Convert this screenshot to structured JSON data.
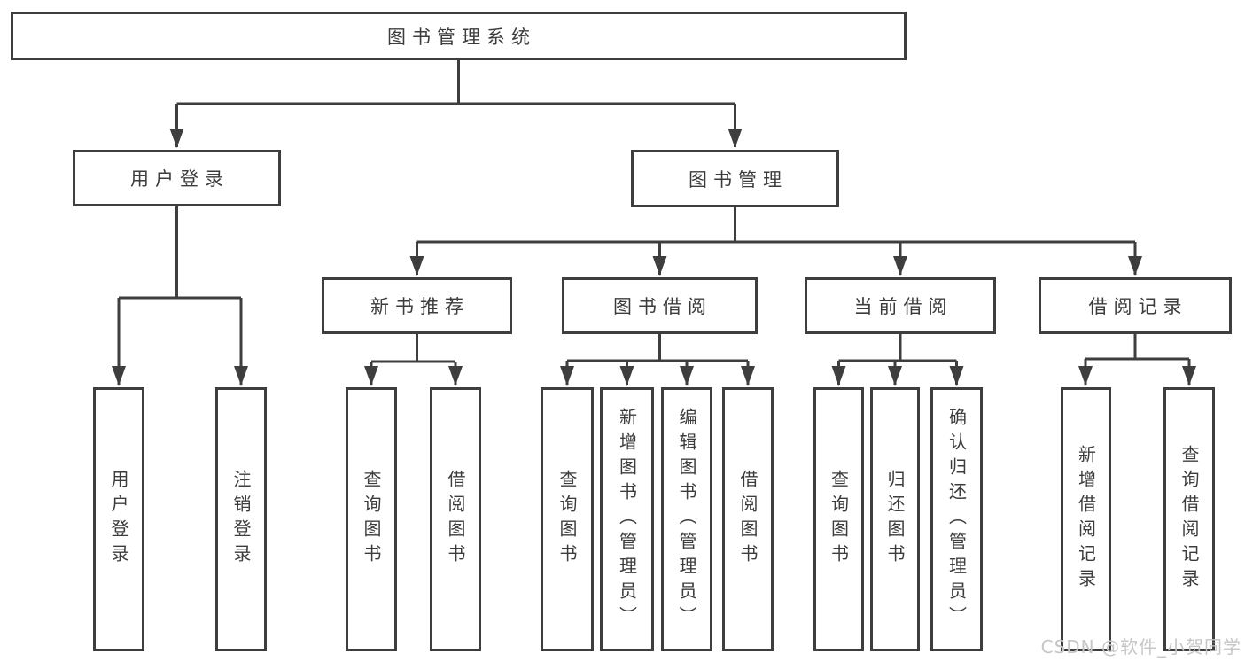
{
  "tree": {
    "label": "图书管理系统",
    "children": [
      {
        "label": "用户登录",
        "children": [
          {
            "label": "用户登录"
          },
          {
            "label": "注销登录"
          }
        ]
      },
      {
        "label": "图书管理",
        "children": [
          {
            "label": "新书推荐",
            "children": [
              {
                "label": "查询图书"
              },
              {
                "label": "借阅图书"
              }
            ]
          },
          {
            "label": "图书借阅",
            "children": [
              {
                "label": "查询图书"
              },
              {
                "label": "新增图书（管理员）"
              },
              {
                "label": "编辑图书（管理员）"
              },
              {
                "label": "借阅图书"
              }
            ]
          },
          {
            "label": "当前借阅",
            "children": [
              {
                "label": "查询图书"
              },
              {
                "label": "归还图书"
              },
              {
                "label": "确认归还（管理员）"
              }
            ]
          },
          {
            "label": "借阅记录",
            "children": [
              {
                "label": "新增借阅记录"
              },
              {
                "label": "查询借阅记录"
              }
            ]
          }
        ]
      }
    ]
  },
  "watermark": {
    "text": "CSDN @软件_小贺同学"
  },
  "colors": {
    "line": "#3e3e3e",
    "text": "#3c3c3c",
    "background": "#ffffff",
    "watermark": "#c6c6c6"
  }
}
